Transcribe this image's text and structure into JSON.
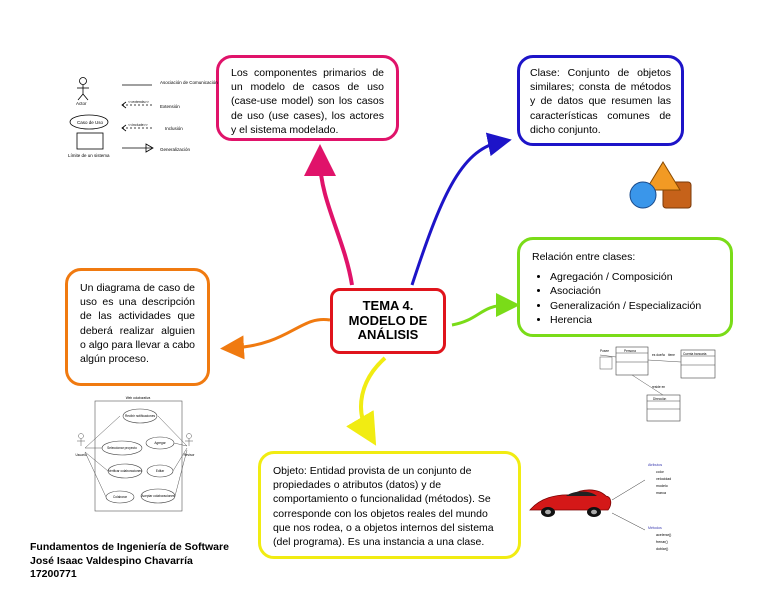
{
  "center": {
    "line1": "TEMA 4.",
    "line2": "MODELO DE",
    "line3": "ANÁLISIS"
  },
  "top_box": {
    "text": "Los componentes primarios de un modelo de casos de uso (case-use model) son los casos de uso (use cases), los actores y el sistema modelado."
  },
  "right_box": {
    "text": "Clase: Conjunto de objetos similares; consta de métodos y de datos que resumen las características comunes de dicho conjunto."
  },
  "left_box": {
    "text": "Un diagrama de caso de uso es una descripción de las actividades que deberá realizar alguien o algo para llevar a cabo algún proceso."
  },
  "relations_box": {
    "title": "Relación entre clases:",
    "items": [
      "Agregación / Composición",
      "Asociación",
      "Generalización / Especialización",
      "Herencia"
    ]
  },
  "object_box": {
    "text": "Objeto: Entidad provista de un conjunto de propiedades o atributos (datos) y de comportamiento o funcionalidad (métodos). Se corresponde con los objetos reales del mundo que nos rodea, o a objetos internos del sistema (del programa). Es una instancia a una clase."
  },
  "footer": {
    "line1": "Fundamentos de Ingeniería de Software",
    "line2": "José Isaac Valdespino Chavarría",
    "line3": "17200771"
  },
  "legend": {
    "actor": "Actor",
    "use_case": "Caso de Uso",
    "system_limit": "Límite de un sistema",
    "association": "Asociación de Comunicación",
    "extension": "Extensión",
    "inclusion": "Inclusión",
    "generalization": "Generalización",
    "extends_tag": "<<extends>>",
    "include_tag": "<<include>>"
  },
  "use_case_diagram": {
    "title": "Web colaborativa",
    "cases": [
      "Recibir notificaciones",
      "Seleccionar proyecto",
      "Agregar",
      "Verificar colaboraciones",
      "Editar",
      "Colaborar",
      "Aceptar colaboraciones"
    ],
    "actor_left": "Usuario",
    "actor_right": "Revisor"
  },
  "class_diagram": {
    "classes": [
      "Persona",
      "Cuenta bancaria",
      "Dirección"
    ],
    "label_left": "Posee",
    "label_mid": "es dueño",
    "label_mid2": "tiene",
    "label_low": "reside en"
  },
  "object_diagram": {
    "attr_title": "Atributos",
    "attrs": [
      "color",
      "velocidad",
      "modelo",
      "marca"
    ],
    "meth_title": "Métodos",
    "meths": [
      "acelerar()",
      "frenar()",
      "doblar()"
    ]
  },
  "colors": {
    "center": "#e0141c",
    "top": "#e0136a",
    "right": "#1d14c8",
    "left": "#f07a10",
    "relations": "#7adc18",
    "object": "#f1ec12"
  }
}
